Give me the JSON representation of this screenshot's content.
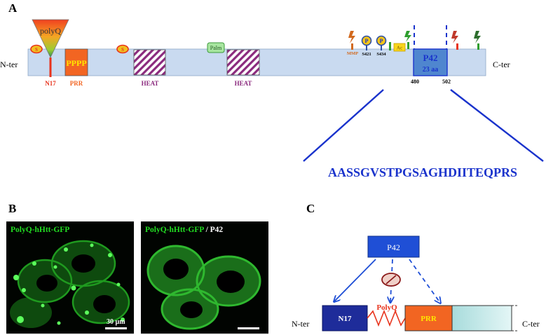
{
  "panelA": {
    "letter": "A",
    "n_ter": "N-ter",
    "c_ter": "C-ter",
    "polyq": "polyQ",
    "n17": "N17",
    "prr": "PRR",
    "pppp": "PPPP",
    "heat1": "HEAT",
    "heat2": "HEAT",
    "palm": "Palm",
    "s_mark_1": "S",
    "s_mark_2": "S",
    "p_mark_1": "P",
    "p_mark_2": "P",
    "mmp": "MMP",
    "s421": "S421",
    "s434": "S434",
    "ac": "Ac",
    "p42_title": "P42",
    "p42_sub": "23 aa",
    "pos_start": "480",
    "pos_end": "502",
    "sequence": "AASSGVSTPGSAGHDIITEQPRS",
    "colors": {
      "bar": "#c9daf0",
      "n17_red": "#e8331c",
      "prr_orange": "#f26522",
      "heat_purple": "#8b2a7e",
      "sequence_blue": "#1a33cc",
      "p42_box": "#4f86cf"
    }
  },
  "panelB": {
    "letter": "B",
    "left_caption": "PolyQ-hHtt-GFP",
    "right_caption_green": "PolyQ-hHtt-GFP",
    "right_caption_sep": " / ",
    "right_caption_white": "P42",
    "scale_label": "30 µm"
  },
  "panelC": {
    "letter": "C",
    "p42": "P42",
    "n17": "N17",
    "polyq": "PolyQ",
    "prr": "PRR",
    "n_ter": "N-ter",
    "c_ter": "C-ter"
  }
}
